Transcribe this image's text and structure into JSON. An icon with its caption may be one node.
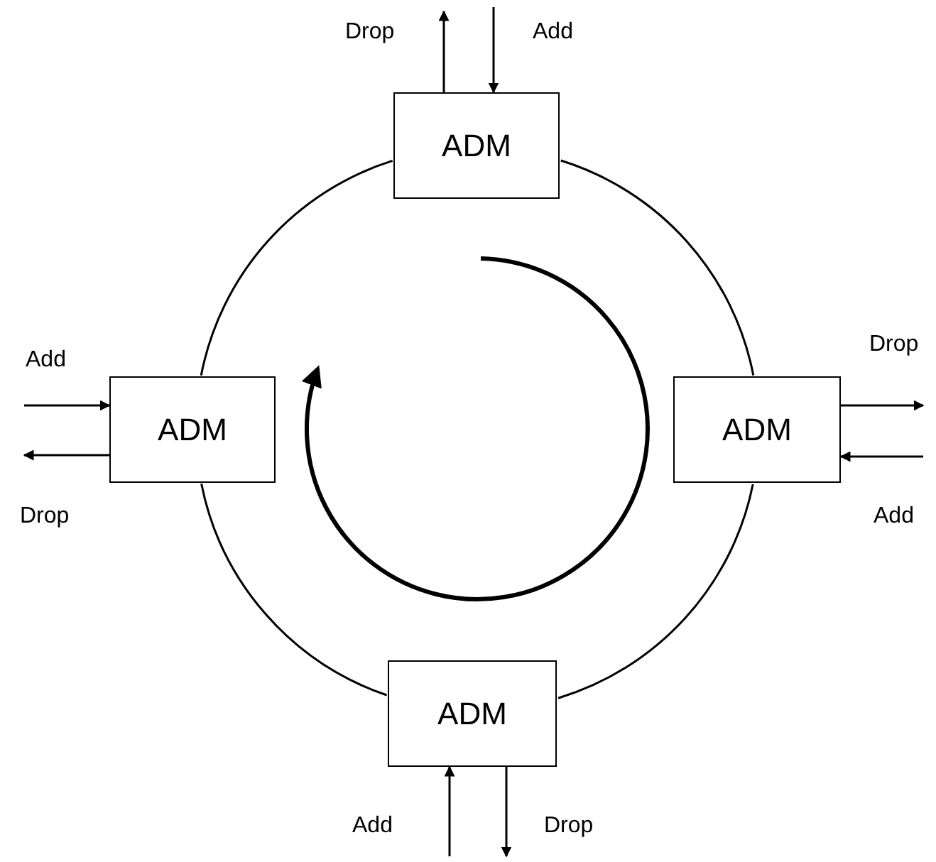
{
  "diagram": {
    "nodes": [
      {
        "text": [
          "ADM"
        ]
      },
      {
        "text": [
          "ADM"
        ]
      },
      {
        "text": [
          "ADM"
        ]
      },
      {
        "text": [
          "ADM"
        ]
      }
    ],
    "edges": [
      {
        "from": 0,
        "to": 1,
        "arrow": "none"
      },
      {
        "from": 0,
        "to": 2,
        "arrow": "none"
      },
      {
        "from": 1,
        "to": 3,
        "arrow": "none"
      },
      {
        "from": 2,
        "to": 3,
        "arrow": "none"
      },
      {
        "from": 0,
        "to": null,
        "arrow": "to",
        "label": "Drop"
      },
      {
        "from": null,
        "to": 0,
        "arrow": "to",
        "label": "Add"
      },
      {
        "from": null,
        "to": 1,
        "arrow": "to",
        "label": "Add"
      },
      {
        "from": 1,
        "to": null,
        "arrow": "to",
        "label": "Drop"
      },
      {
        "from": 2,
        "to": null,
        "arrow": "to",
        "label": "Drop"
      },
      {
        "from": null,
        "to": 2,
        "arrow": "to",
        "label": "Add"
      },
      {
        "from": null,
        "to": 3,
        "arrow": "to",
        "label": "Add"
      },
      {
        "from": 3,
        "to": null,
        "arrow": "to",
        "label": "Drop"
      }
    ]
  }
}
